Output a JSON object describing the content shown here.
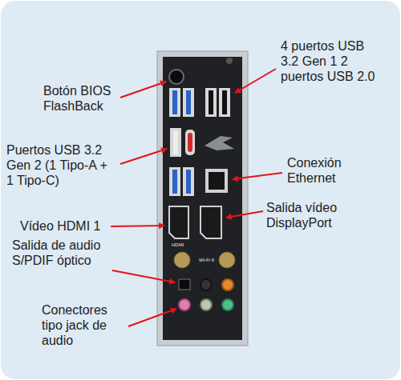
{
  "diagram": {
    "labels": [
      "Botón BIOS FlashBack",
      "4 puertos USB 3.2 Gen 1 2 puertos USB 2.0",
      "Puertos USB 3.2 Gen 2 (1 Tipo-A + 1 Tipo-C)",
      "Conexión Ethernet",
      "Vídeo HDMI 1",
      "Salida vídeo DisplayPort",
      "Salida de audio S/PDIF óptico",
      "Conectores tipo jack de audio",
      "HDMI",
      "Wi-Fi 6"
    ]
  }
}
